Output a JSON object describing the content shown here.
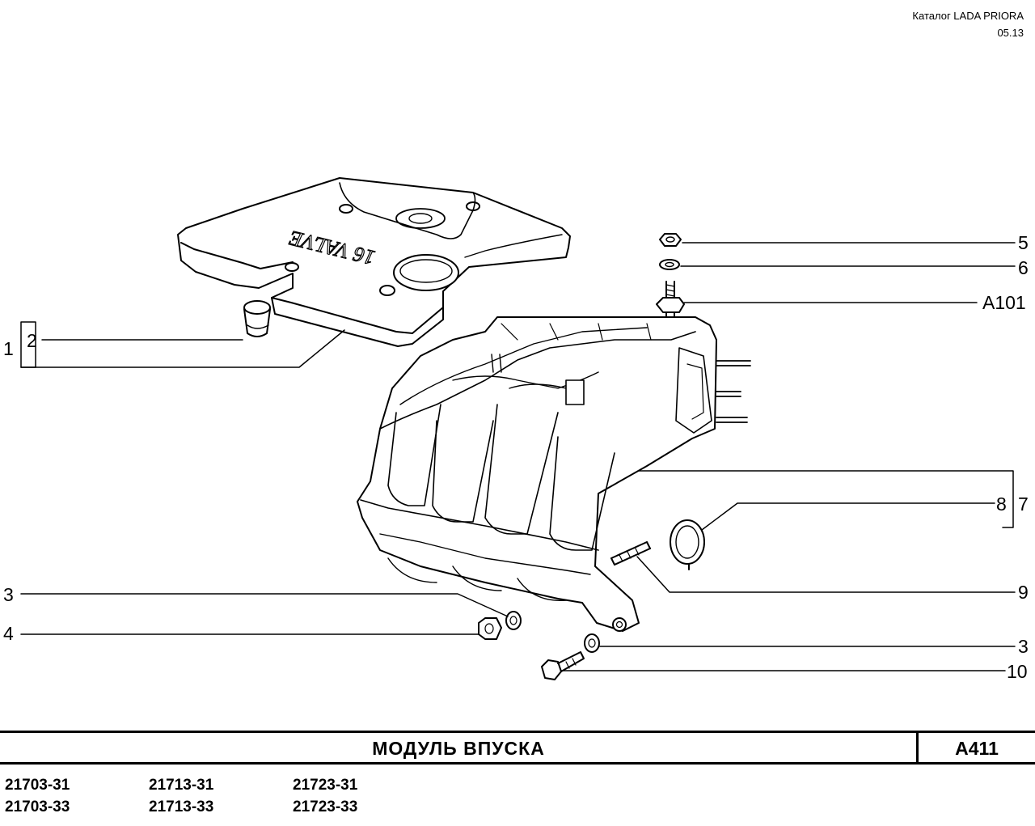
{
  "header": {
    "catalog": "Каталог  LADA  PRIORA",
    "date": "05.13"
  },
  "callouts": [
    {
      "id": "1",
      "text": "1"
    },
    {
      "id": "2",
      "text": "2"
    },
    {
      "id": "3a",
      "text": "3"
    },
    {
      "id": "4",
      "text": "4"
    },
    {
      "id": "5",
      "text": "5"
    },
    {
      "id": "6",
      "text": "6"
    },
    {
      "id": "A101",
      "text": "A101"
    },
    {
      "id": "8",
      "text": "8"
    },
    {
      "id": "7",
      "text": "7"
    },
    {
      "id": "9",
      "text": "9"
    },
    {
      "id": "3b",
      "text": "3"
    },
    {
      "id": "10",
      "text": "10"
    }
  ],
  "cover_text": "16 VALVE",
  "footer": {
    "title": "МОДУЛЬ  ВПУСКА",
    "code": "A411",
    "models": [
      [
        "21703-31",
        "21713-31",
        "21723-31"
      ],
      [
        "21703-33",
        "21713-33",
        "21723-33"
      ]
    ]
  }
}
